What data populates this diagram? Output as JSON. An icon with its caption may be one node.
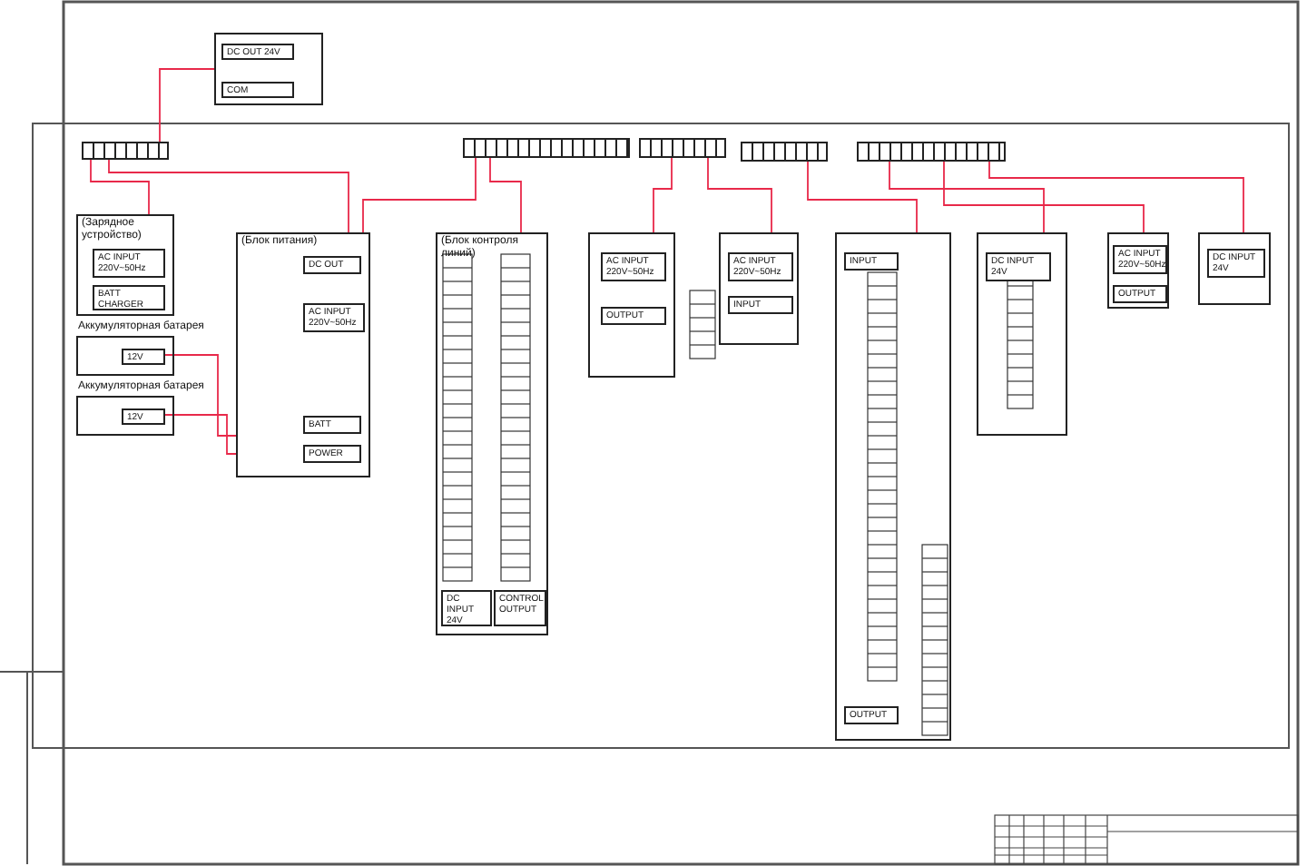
{
  "diagram": {
    "nodes": [
      {
        "text": [],
        "shape": "bar"
      },
      {
        "text": [],
        "shape": "bar"
      },
      {
        "text": [],
        "shape": "bar"
      },
      {
        "text": [],
        "shape": "bar"
      },
      {
        "text": [],
        "shape": "bar"
      },
      {
        "text": [],
        "shape": "box"
      },
      {
        "text": [
          "DC OUT 24V"
        ],
        "in": 5
      },
      {
        "text": [
          "COM"
        ],
        "in": 5
      },
      {
        "text": [
          "(Зарядное устройство)"
        ]
      },
      {
        "text": [
          "AC INPUT 220V~50Hz"
        ],
        "in": 8
      },
      {
        "text": [
          "BATT CHARGER"
        ],
        "in": 8
      },
      {
        "text": [
          "Аккумуляторная батарея"
        ]
      },
      {
        "text": [
          "12V"
        ],
        "in": 11
      },
      {
        "text": [
          "Аккумуляторная батарея"
        ]
      },
      {
        "text": [
          "12V"
        ],
        "in": 13
      },
      {
        "text": [
          "(Блок питания)"
        ]
      },
      {
        "text": [
          "DC OUT"
        ],
        "in": 15
      },
      {
        "text": [
          "AC INPUT 220V~50Hz"
        ],
        "in": 15
      },
      {
        "text": [
          "BATT"
        ],
        "in": 15
      },
      {
        "text": [
          "POWER"
        ],
        "in": 15
      },
      {
        "text": [
          "(Блок контроля линий)"
        ]
      },
      {
        "text": [
          "CONTROL OUTPUT"
        ],
        "in": 20
      },
      {
        "text": [
          "DC INPUT 24V"
        ],
        "in": 20
      },
      {
        "text": [],
        "shape": "box"
      },
      {
        "text": [
          "AC INPUT 220V~50Hz"
        ],
        "in": 23
      },
      {
        "text": [
          "OUTPUT"
        ],
        "in": 23
      },
      {
        "text": [],
        "shape": "box"
      },
      {
        "text": [
          "AC INPUT 220V~50Hz"
        ],
        "in": 26
      },
      {
        "text": [
          "INPUT"
        ],
        "in": 26
      },
      {
        "text": [],
        "shape": "box"
      },
      {
        "text": [
          "INPUT"
        ],
        "in": 29
      },
      {
        "text": [
          "OUTPUT"
        ],
        "in": 29
      },
      {
        "text": [],
        "shape": "box"
      },
      {
        "text": [
          "DC INPUT 24V"
        ],
        "in": 32
      },
      {
        "text": [],
        "shape": "box"
      },
      {
        "text": [
          "AC INPUT 220V~50Hz"
        ],
        "in": 34
      },
      {
        "text": [
          "OUTPUT"
        ],
        "in": 34
      },
      {
        "text": [],
        "shape": "box"
      },
      {
        "text": [
          "DC INPUT 24V"
        ],
        "in": 37
      }
    ],
    "edges": [
      {
        "from": 0,
        "to": 8,
        "arrow": "none"
      },
      {
        "from": 0,
        "to": 15,
        "arrow": "none"
      },
      {
        "from": 0,
        "to": 5,
        "arrow": "none"
      },
      {
        "from": 1,
        "to": 20,
        "arrow": "none"
      },
      {
        "from": 1,
        "to": 15,
        "arrow": "none"
      },
      {
        "from": 2,
        "to": 23,
        "arrow": "none"
      },
      {
        "from": 2,
        "to": 26,
        "arrow": "none"
      },
      {
        "from": 3,
        "to": 29,
        "arrow": "none"
      },
      {
        "from": 4,
        "to": 32,
        "arrow": "none"
      },
      {
        "from": 4,
        "to": 34,
        "arrow": "none"
      },
      {
        "from": 4,
        "to": 37,
        "arrow": "none"
      },
      {
        "from": 12,
        "to": 15,
        "arrow": "none"
      },
      {
        "from": 14,
        "to": 15,
        "arrow": "none"
      }
    ]
  }
}
